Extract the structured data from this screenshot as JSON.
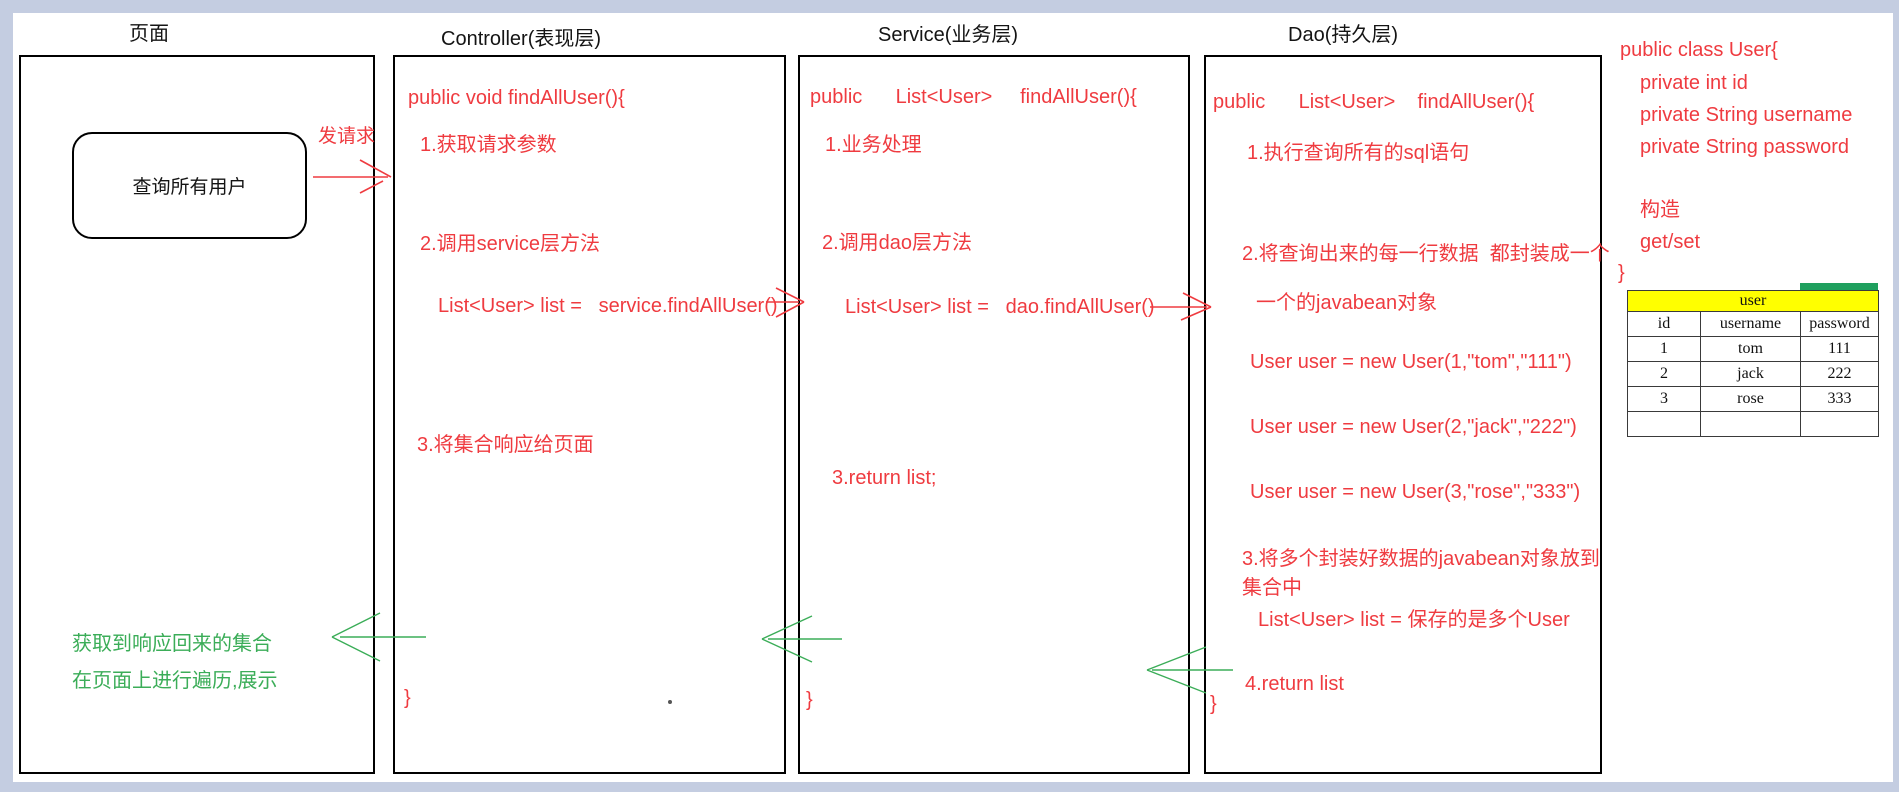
{
  "colors": {
    "red": "#ef3b40",
    "green": "#3bad58",
    "frame": "#c4cde1",
    "table_header_bg": "#ffff00",
    "table_green_bar": "#1fa05e"
  },
  "page_lane": {
    "title": "页面",
    "node_label": "查询所有用户",
    "note_line1": "获取到响应回来的集合",
    "note_line2": "在页面上进行遍历,展示"
  },
  "request_arrow_label": "发请求",
  "controller_lane": {
    "title": "Controller(表现层)",
    "signature": "public void findAllUser(){",
    "step1": "1.获取请求参数",
    "step2": "2.调用service层方法",
    "call": "List<User> list =   service.findAllUser()",
    "step3": "3.将集合响应给页面",
    "closing": "}"
  },
  "service_lane": {
    "title": "Service(业务层)",
    "signature": "public      List<User>     findAllUser(){",
    "step1": "1.业务处理",
    "step2": "2.调用dao层方法",
    "call": "List<User> list =   dao.findAllUser()",
    "step3": "3.return list;",
    "closing": "}"
  },
  "dao_lane": {
    "title": "Dao(持久层)",
    "signature": "public      List<User>    findAllUser(){",
    "step1": "1.执行查询所有的sql语句",
    "step2a": "2.将查询出来的每一行数据  都封装成一个",
    "step2b": "一个的javabean对象",
    "user1": "User user = new User(1,\"tom\",\"111\")",
    "user2": "User user = new User(2,\"jack\",\"222\")",
    "user3": "User user = new User(3,\"rose\",\"333\")",
    "step3a": "3.将多个封装好数据的javabean对象放到",
    "step3b": "集合中",
    "list_line": "List<User> list = 保存的是多个User",
    "step4": "4.return list",
    "closing": "}"
  },
  "class_panel": {
    "line1": "public class User{",
    "field1": "private int id",
    "field2": "private String username",
    "field3": "private String password",
    "constructor": "构造",
    "getset": "get/set",
    "closing": "}"
  },
  "table": {
    "title": "user",
    "headers": [
      "id",
      "username",
      "password"
    ],
    "rows": [
      [
        "1",
        "tom",
        "111"
      ],
      [
        "2",
        "jack",
        "222"
      ],
      [
        "3",
        "rose",
        "333"
      ],
      [
        "",
        "",
        ""
      ]
    ]
  }
}
